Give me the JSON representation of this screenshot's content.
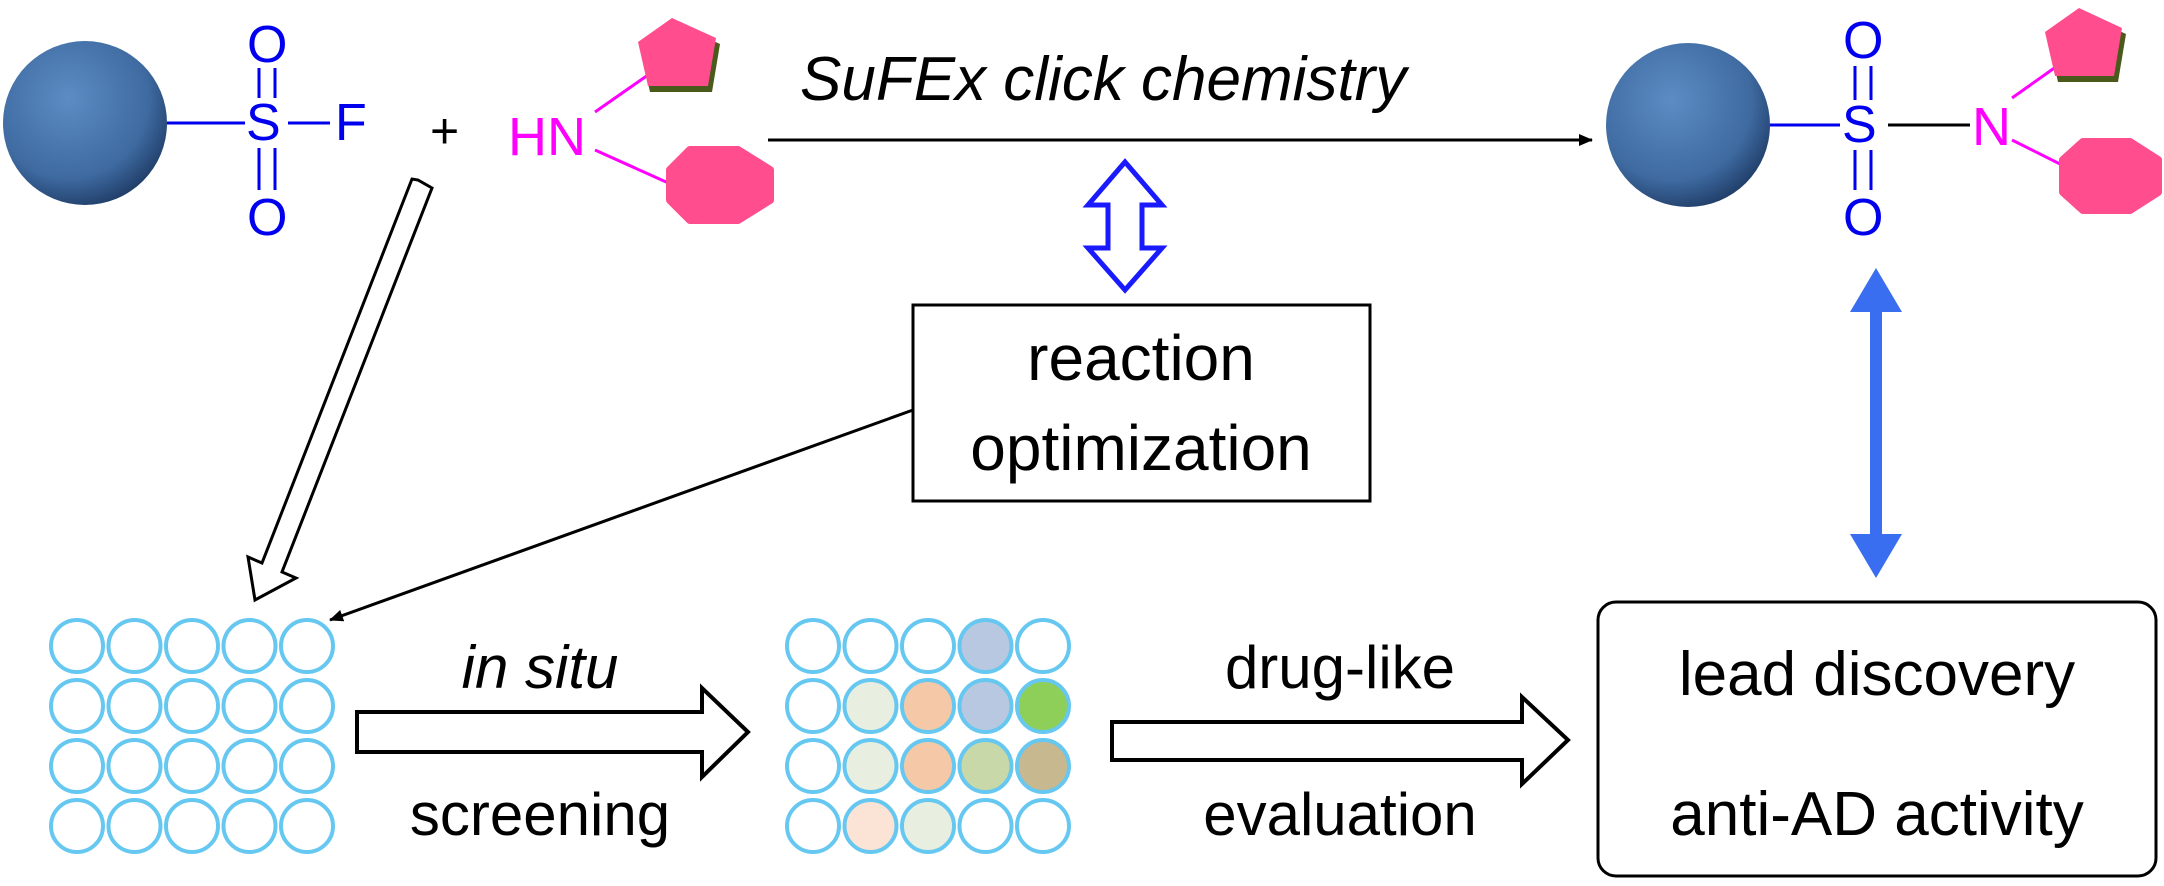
{
  "reagent_left": {
    "sulfonyl_top_o": "O",
    "sulfonyl_s": "S",
    "sulfonyl_f": "F",
    "sulfonyl_bottom_o": "O"
  },
  "plus_sign": "+",
  "amine": {
    "label": "HN"
  },
  "reaction_arrow_label": "SuFEx click chemistry",
  "optimization_box": {
    "line1": "reaction",
    "line2": "optimization"
  },
  "product": {
    "sulfonyl_top_o": "O",
    "sulfonyl_s": "S",
    "sulfonyl_bottom_o": "O",
    "nitrogen": "N"
  },
  "screening_step": {
    "label_top": "in situ",
    "label_bottom": "screening"
  },
  "evaluation_step": {
    "label_top": "drug-like",
    "label_bottom": "evaluation"
  },
  "result_box": {
    "line1": "lead discovery",
    "line2": "anti-AD activity"
  },
  "well_plates": {
    "rows": 4,
    "cols": 5,
    "empty_plate_fills": [
      [
        "",
        "",
        "",
        "",
        ""
      ],
      [
        "",
        "",
        "",
        "",
        ""
      ],
      [
        "",
        "",
        "",
        "",
        ""
      ],
      [
        "",
        "",
        "",
        "",
        ""
      ]
    ],
    "screened_plate_fills": [
      [
        "",
        "",
        "",
        "#b8c8e0",
        ""
      ],
      [
        "",
        "#e8efe0",
        "#f5c9a8",
        "#b8c8e0",
        "#8ecf5a"
      ],
      [
        "",
        "#e8efe0",
        "#f5c9a8",
        "#c8d8a8",
        "#c8b890"
      ],
      [
        "",
        "#fbe3d6",
        "#e8efe0",
        "",
        ""
      ]
    ]
  },
  "colors": {
    "sphere": "#4a74a8",
    "sulfonyl": "#0000ee",
    "amine": "#ff00ff",
    "pentagon": "#ff4d8d",
    "pentagon_shadow": "#4a5a1a",
    "well_outline": "#66c8f0",
    "double_arrow_outline": "#1a1aff",
    "double_arrow_filled": "#3a6ef0",
    "text": "#000000"
  }
}
